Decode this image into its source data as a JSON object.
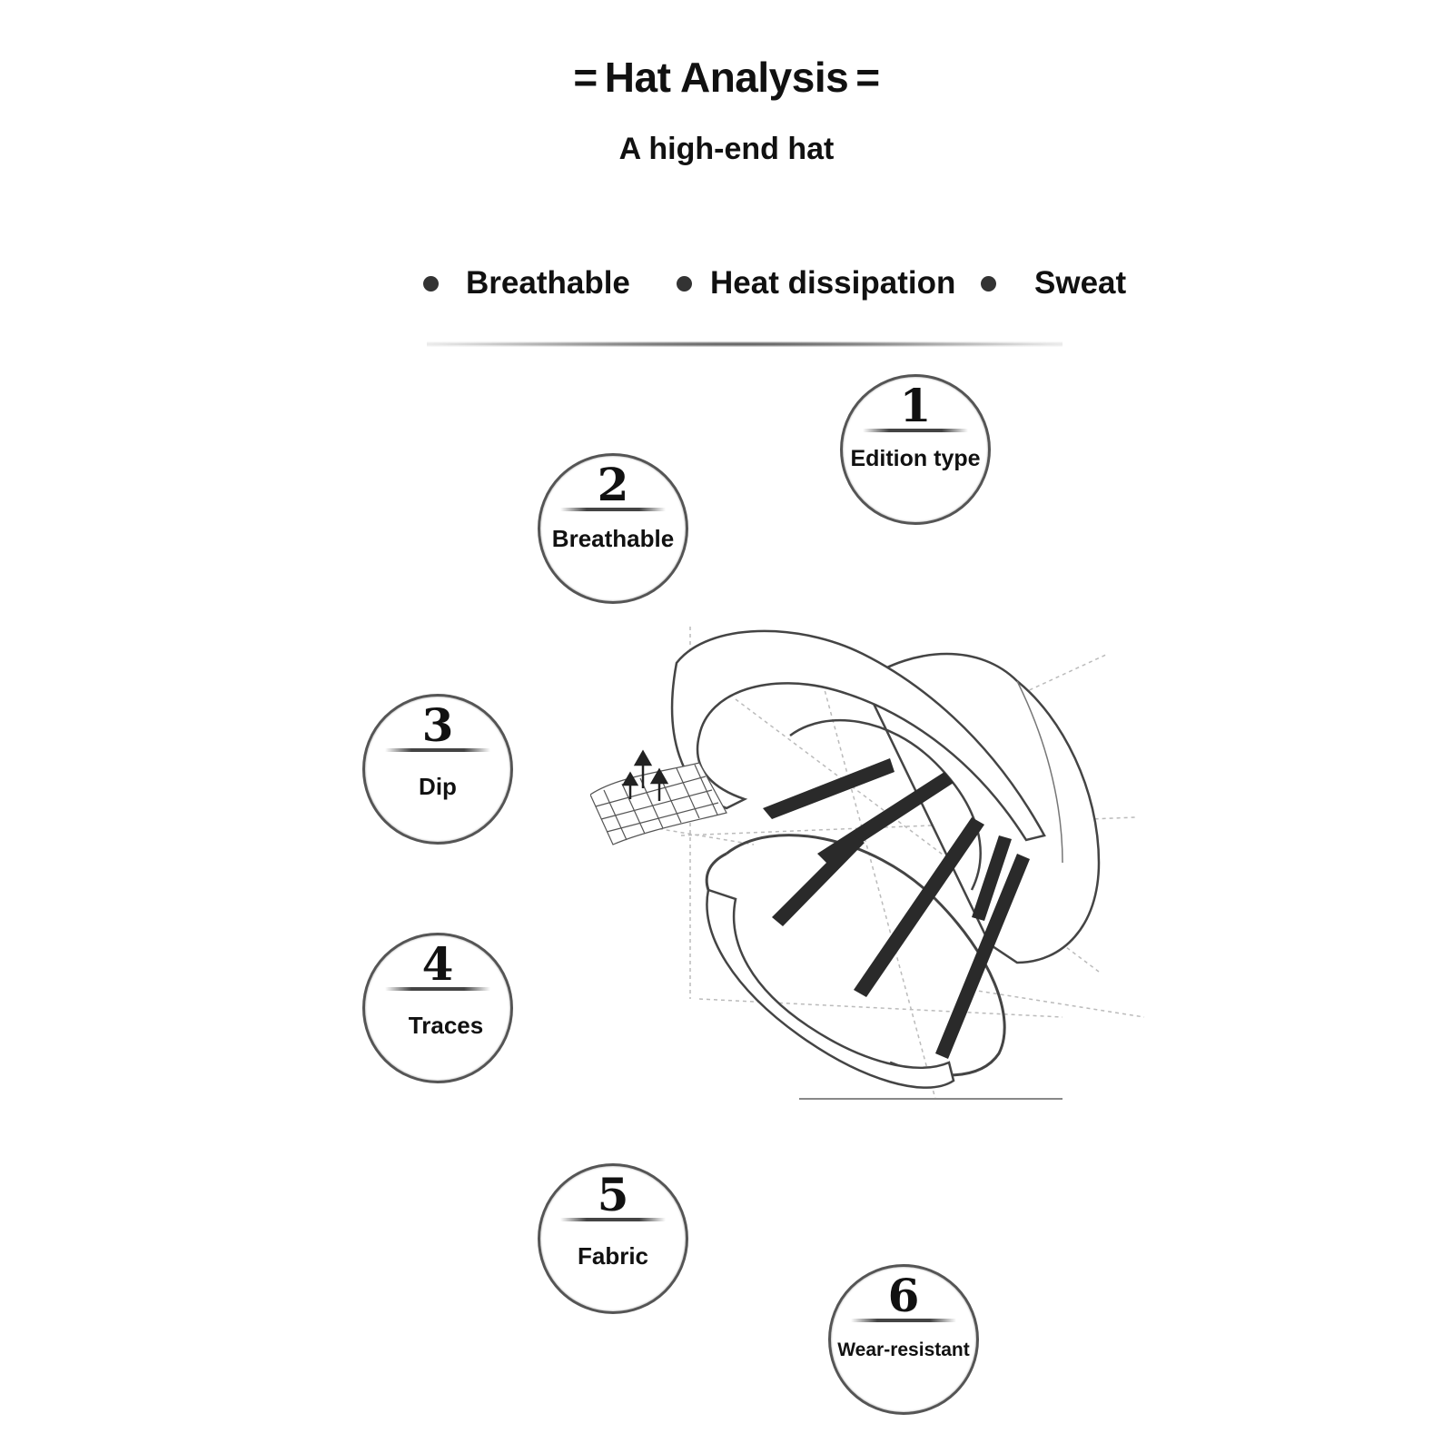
{
  "header": {
    "title": "Hat Analysis",
    "title_bars": "=",
    "subtitle": "A high-end hat"
  },
  "features": [
    {
      "label": "Breathable"
    },
    {
      "label": "Heat dissipation"
    },
    {
      "label": "Sweat"
    }
  ],
  "badges": [
    {
      "number": "1",
      "label": "Edition type"
    },
    {
      "number": "2",
      "label": "Breathable"
    },
    {
      "number": "3",
      "label": "Dip"
    },
    {
      "number": "4",
      "label": "Traces"
    },
    {
      "number": "5",
      "label": "Fabric"
    },
    {
      "number": "6",
      "label": "Wear-resistant"
    }
  ],
  "colors": {
    "background": "#ffffff",
    "text": "#111111",
    "badge_border": "#555555"
  },
  "illustration": {
    "icon": "baseball-cap-exploded-diagram"
  }
}
